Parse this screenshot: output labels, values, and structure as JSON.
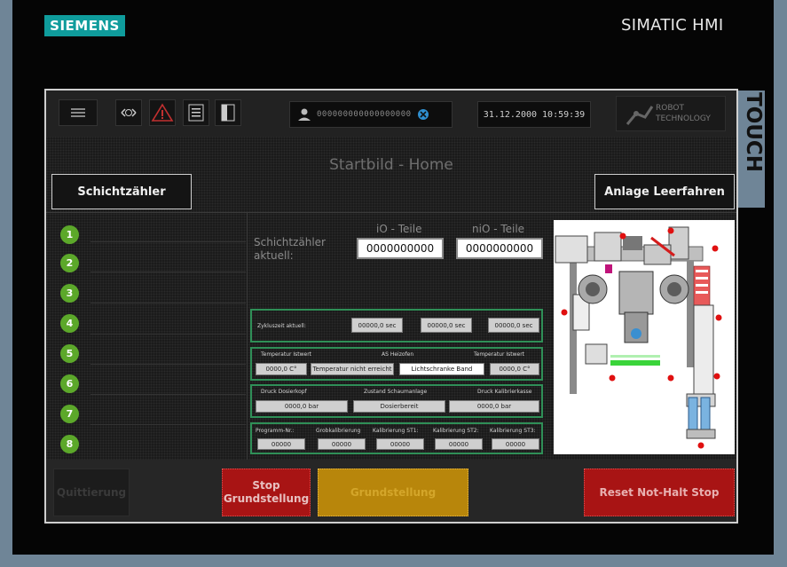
{
  "header": {
    "brand": "SIEMENS",
    "device": "SIMATIC HMI",
    "touch_label": "TOUCH"
  },
  "topbar": {
    "user_id": "000000000000000000",
    "datetime": "31.12.2000 10:59:39",
    "robot_logo": {
      "line1": "ROBOT",
      "line2": "TECHNOLOGY"
    }
  },
  "page": {
    "title": "Startbild - Home"
  },
  "buttons": {
    "schichtzaehler": "Schichtzähler",
    "leerfahren": "Anlage Leerfahren",
    "quittierung": "Quittierung",
    "stop_line1": "Stop",
    "stop_line2": "Grundstellung",
    "grundstellung": "Grundstellung",
    "reset": "Reset Not-Halt Stop"
  },
  "stations": [
    "1",
    "2",
    "3",
    "4",
    "5",
    "6",
    "7",
    "8"
  ],
  "counter": {
    "label_line1": "Schichtzähler",
    "label_line2": "aktuell:",
    "io_header": "iO - Teile",
    "nio_header": "niO - Teile",
    "io_value": "0000000000",
    "nio_value": "0000000000"
  },
  "cycle": {
    "label": "Zykluszeit aktuell:",
    "values": [
      "00000,0 sec",
      "00000,0 sec",
      "00000,0 sec"
    ]
  },
  "temp": {
    "label_left": "Temperatur Istwert",
    "label_mid": "AS Heizofen",
    "label_right": "Temperatur Istwert",
    "v1": "0000,0 C°",
    "v2": "Temperatur nicht erreicht",
    "v3": "Lichtschranke Band",
    "v4": "0000,0 C°"
  },
  "pressure": {
    "label_left": "Druck Dosierkopf",
    "label_mid": "Zustand Schaumanlage",
    "label_right": "Druck Kalibrierkasse",
    "v1": "0000,0 bar",
    "v2": "Dosierbereit",
    "v3": "0000,0 bar"
  },
  "program": {
    "labels": [
      "Programm-Nr.:",
      "Grobkalibrierung",
      "Kalibrierung ST1:",
      "Kalibrierung ST2:",
      "Kalibrierung ST3:"
    ],
    "values": [
      "00000",
      "00000",
      "00000",
      "00000",
      "00000"
    ]
  },
  "colors": {
    "green_frame": "#2f8f57",
    "station_green": "#5ca82a",
    "stop_red": "#a81414",
    "grund_orange": "#b8860b",
    "brand_teal": "#0f9c9c"
  }
}
